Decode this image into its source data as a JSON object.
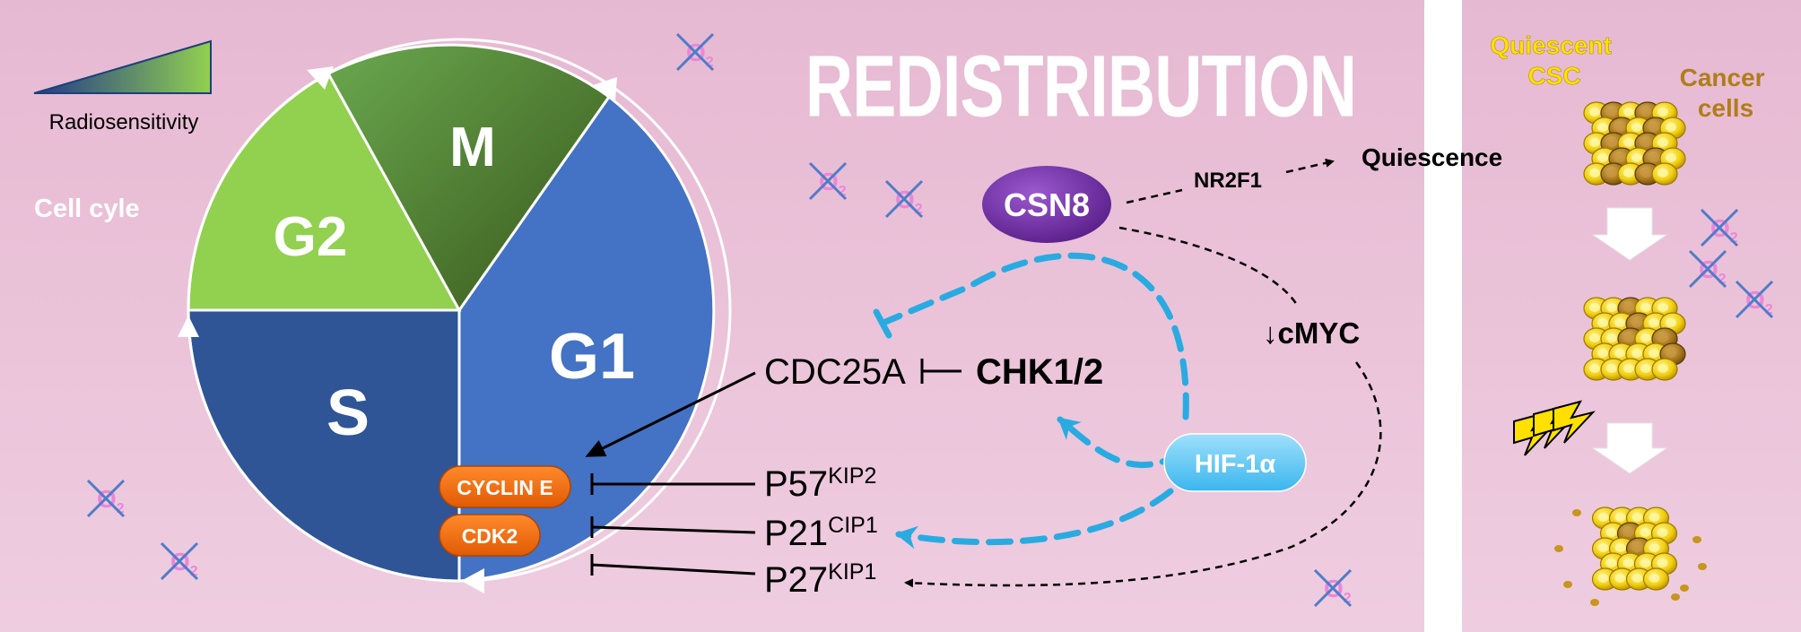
{
  "title": "REDISTRIBUTION",
  "legend": {
    "label": "Radiosensitivity"
  },
  "cell_cycle": {
    "label": "Cell cyle",
    "phases": {
      "g1": "G1",
      "s": "S",
      "g2": "G2",
      "m": "M"
    }
  },
  "complexes": {
    "cyclin_e": "CYCLIN E",
    "cdk2": "CDK2"
  },
  "nodes": {
    "cdc25a": "CDC25A",
    "chk12": "CHK1/2",
    "csn8": "CSN8",
    "nr2f1": "NR2F1",
    "quiescence": "Quiescence",
    "cmyc": "↓cMYC",
    "hif1a": "HIF-1α"
  },
  "cki": [
    {
      "base": "P57",
      "sup": "KIP2"
    },
    {
      "base": "P21",
      "sup": "CIP1"
    },
    {
      "base": "P27",
      "sup": "KIP1"
    }
  ],
  "oxygen_symbol": {
    "main": "O",
    "sub": "2"
  },
  "right_panel": {
    "quiescent_csc": [
      "Quiescent",
      "CSC"
    ],
    "cancer_cells": [
      "Cancer",
      "cells"
    ]
  },
  "colors": {
    "background": "#ebc2d8",
    "g1": "#4472c4",
    "s": "#2f5597",
    "g2": "#92d050",
    "m": "#548235",
    "orange": "#f26b10",
    "purple": "#7030a0",
    "hif": "#5bc3f0",
    "arrow_blue": "#29abe2",
    "yellow": "#ffe100",
    "gold": "#b8860b"
  }
}
